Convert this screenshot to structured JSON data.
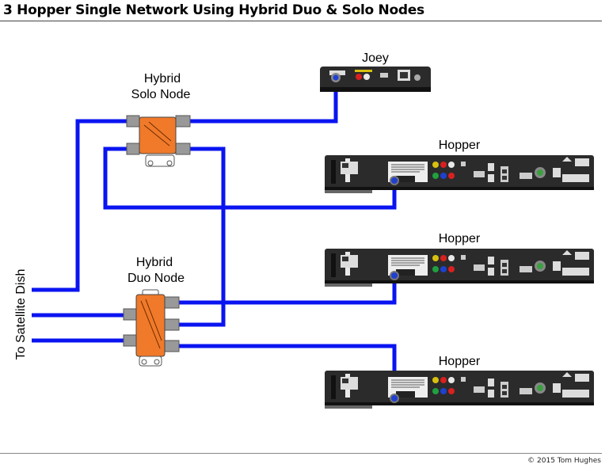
{
  "title": "3 Hopper Single Network Using Hybrid Duo & Solo Nodes",
  "credit": "© 2015 Tom Hughes",
  "labels": {
    "joey": "Joey",
    "solo_line1": "Hybrid",
    "solo_line2": "Solo Node",
    "duo_line1": "Hybrid",
    "duo_line2": "Duo Node",
    "hopper1": "Hopper",
    "hopper2": "Hopper",
    "hopper3": "Hopper",
    "satellite": "To Satellite Dish"
  },
  "colors": {
    "cable": "#0a14f0",
    "node": "#f07a2a",
    "device": "#2b2b2b"
  },
  "icons": {
    "joey": "joey-receiver-icon",
    "hopper": "hopper-receiver-icon",
    "solo_node": "solo-node-splitter-icon",
    "duo_node": "duo-node-splitter-icon"
  }
}
